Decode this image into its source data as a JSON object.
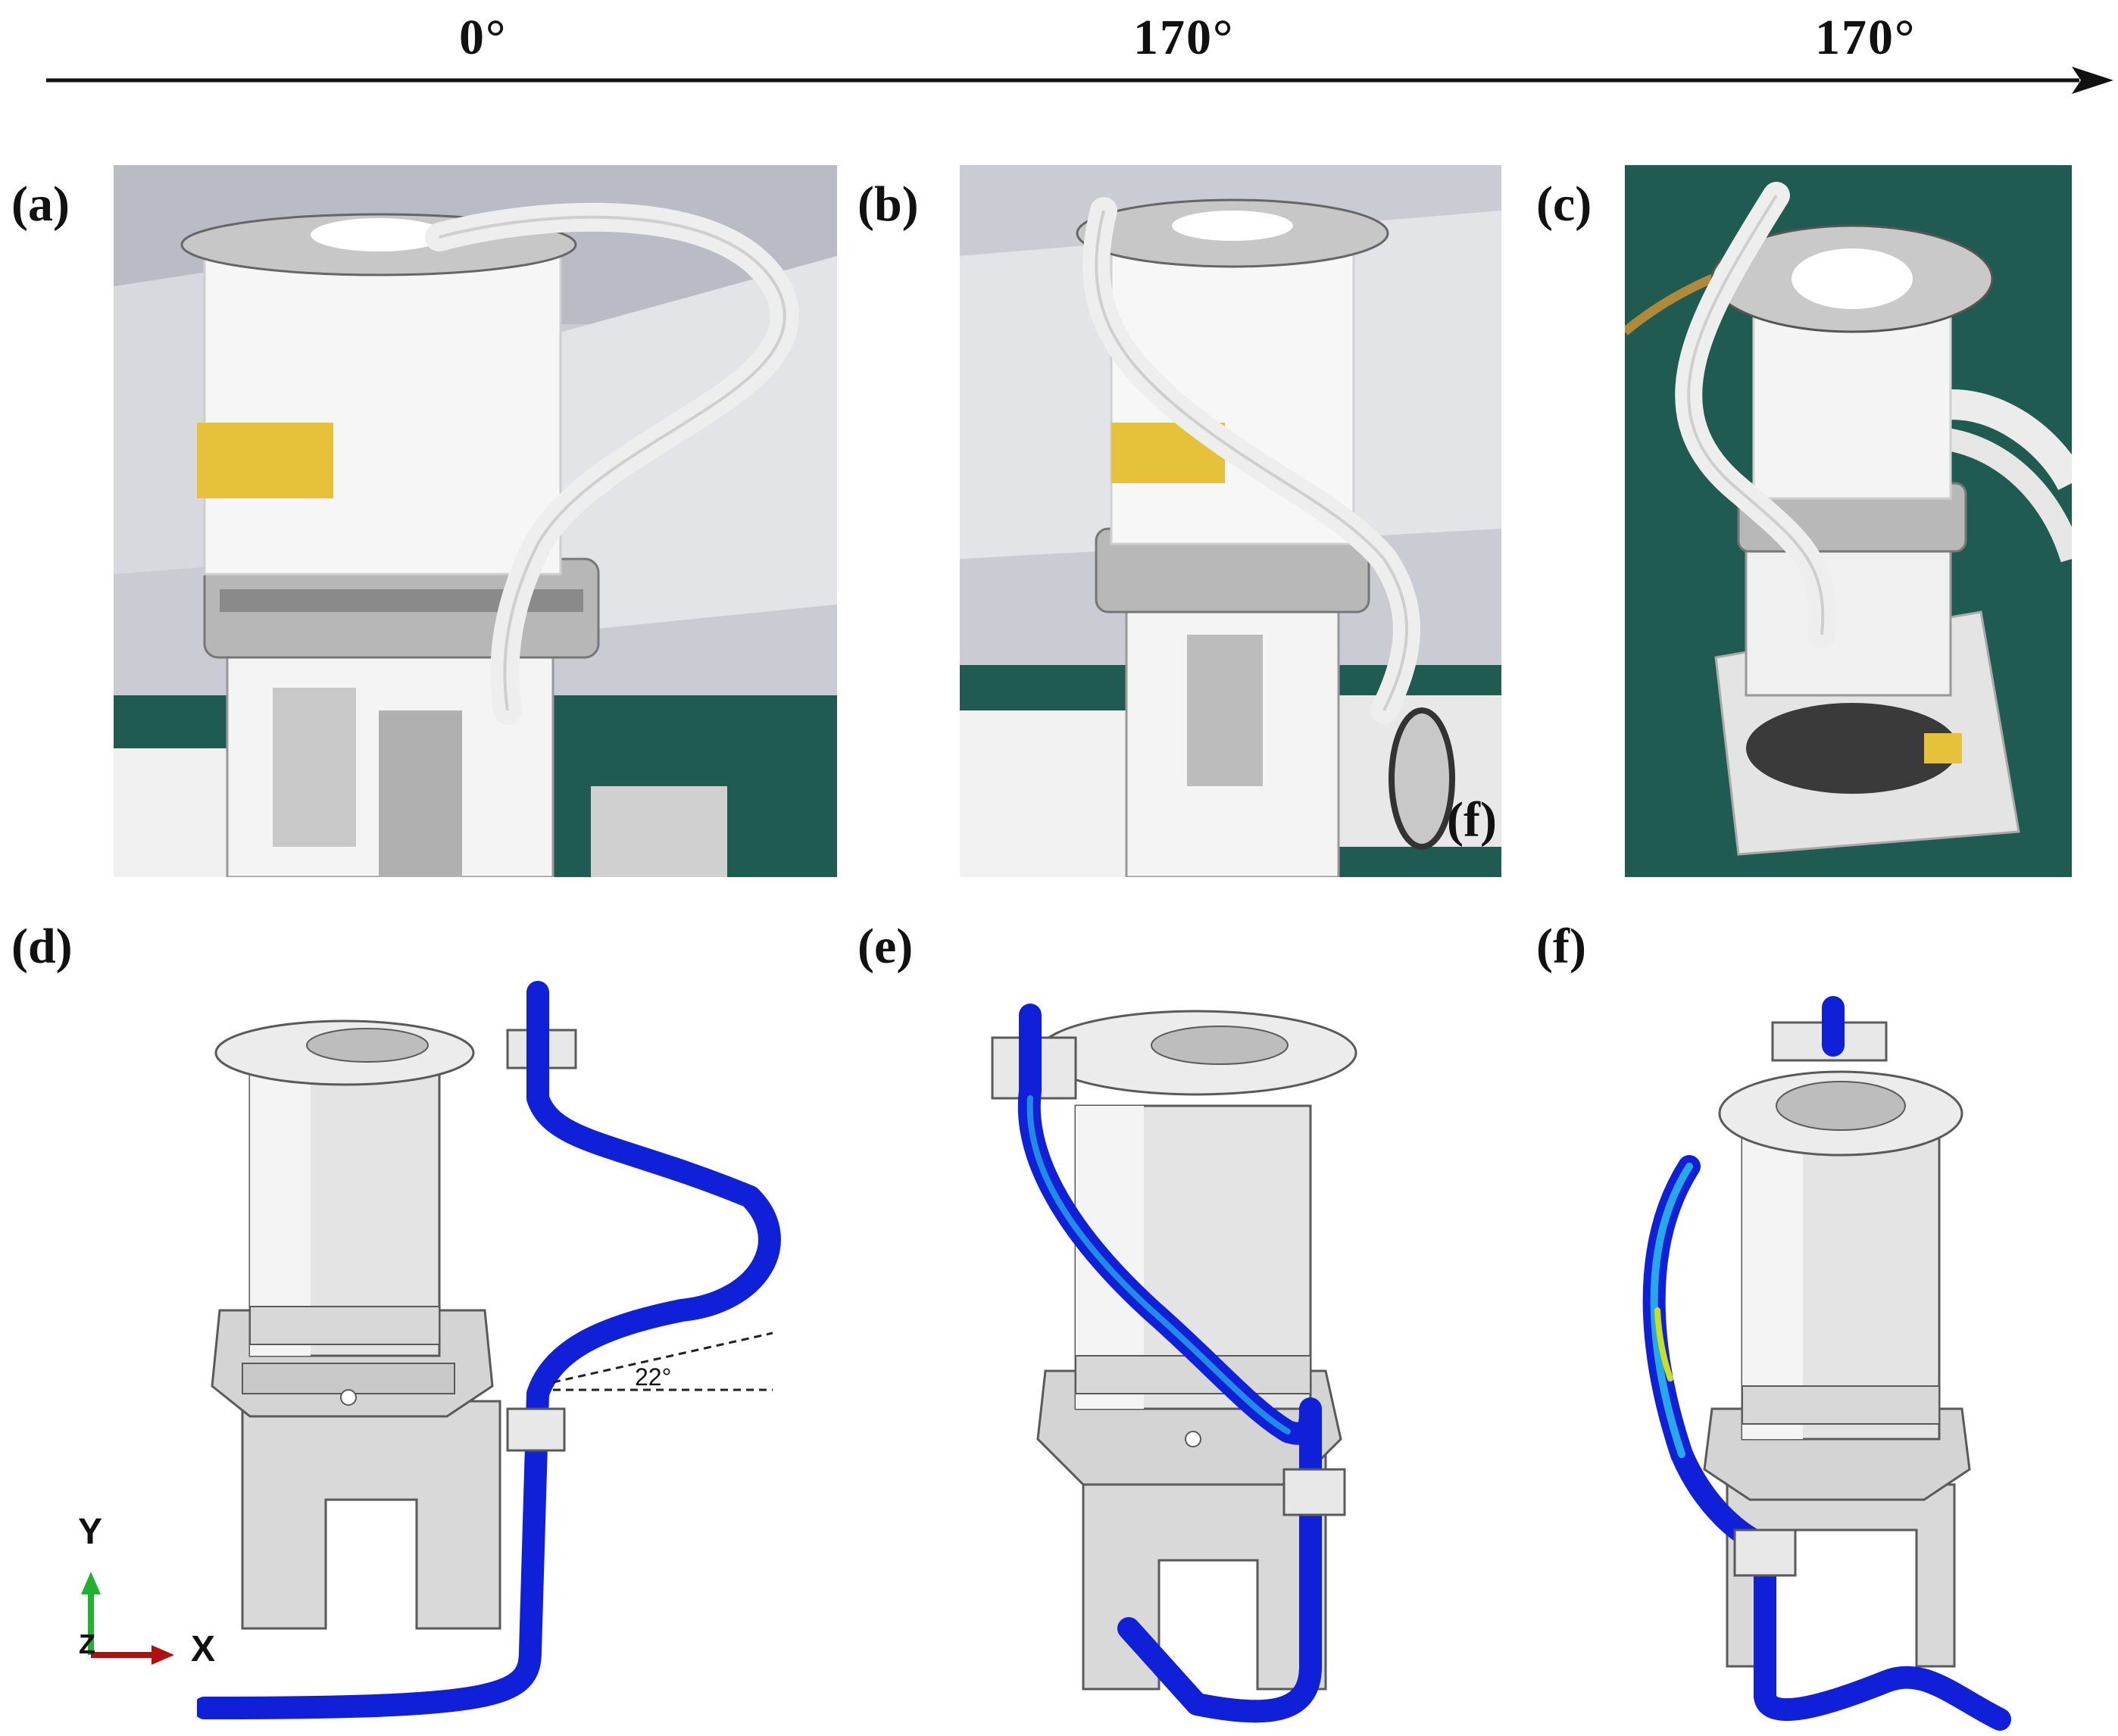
{
  "timeline": {
    "angles": [
      "0°",
      "170°",
      "170°"
    ]
  },
  "panels": {
    "a": {
      "label": "(a)"
    },
    "b": {
      "label": "(b)",
      "overlay_label": "(f)"
    },
    "c": {
      "label": "(c)"
    },
    "d": {
      "label": "(d)",
      "angle_annotation": "22°"
    },
    "e": {
      "label": "(e)"
    },
    "f": {
      "label": "(f)"
    }
  },
  "axes": {
    "y_label": "Y",
    "x_label": "X",
    "z_label": "Z"
  },
  "colors": {
    "pipe": "#1020d8",
    "pipe_stress": "#27a8e8",
    "hotspot": "#c8e020",
    "part_light": "#ececec",
    "part_shade": "#c4c4c4",
    "outline": "#5a5a5a",
    "y_axis": "#22b030",
    "x_axis": "#b01010",
    "photo_bg": "#c9ccd3",
    "green_mat": "#1f5b50",
    "yellow_tape": "#e5c23a"
  }
}
